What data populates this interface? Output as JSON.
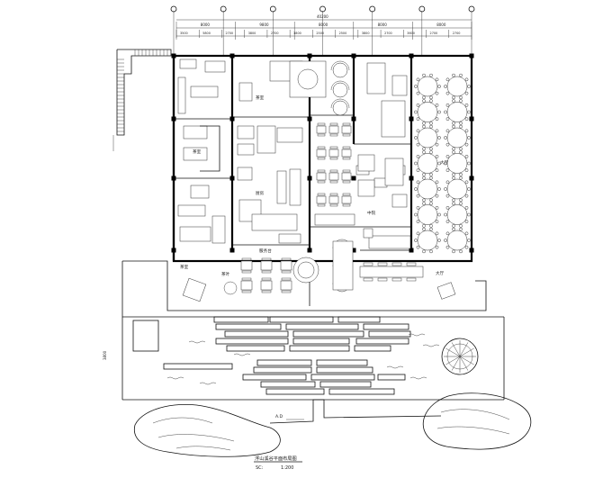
{
  "drawing": {
    "title": "浮山溪谷平面布局图",
    "scale_label": "SC:",
    "scale_value": "1:200"
  },
  "dimensions": {
    "total": "40200",
    "segments": [
      "8000",
      "9800",
      "8000",
      "8000",
      "8000"
    ],
    "subsegments": [
      "3500",
      "5800",
      "2700",
      "3800",
      "2700",
      "3800",
      "2500",
      "2500",
      "3800",
      "2700",
      "3600",
      "2700",
      "2700"
    ],
    "side": "3800"
  },
  "axis_count": 7,
  "room_labels": {
    "office": "茶室",
    "lounge": "茶室",
    "kitchen": "厨房",
    "banquet": "大厅",
    "courtyard": "中院",
    "reception": "服务台",
    "entrance_left": "茶室",
    "entrance_right": "大厅",
    "store": "茶叶"
  },
  "section_marker": "A.D"
}
